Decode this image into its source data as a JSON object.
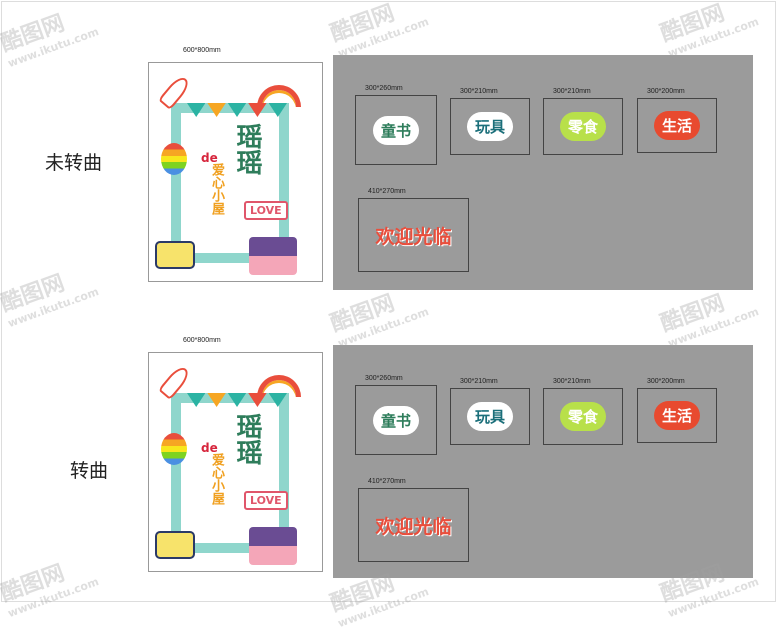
{
  "watermark": {
    "brand": "酷图网",
    "url": "www.ikutu.com"
  },
  "sections": [
    {
      "label": "未转曲",
      "poster": {
        "size": "600*800mm",
        "title": "瑶瑶",
        "de": "de",
        "subtitle": "爱心小屋",
        "love": "LOVE"
      },
      "signs": [
        {
          "size": "300*260mm",
          "text": "童书"
        },
        {
          "size": "300*210mm",
          "text": "玩具"
        },
        {
          "size": "300*210mm",
          "text": "零食"
        },
        {
          "size": "300*200mm",
          "text": "生活"
        },
        {
          "size": "410*270mm",
          "text": "欢迎光临"
        }
      ]
    },
    {
      "label": "转曲",
      "poster": {
        "size": "600*800mm",
        "title": "瑶瑶",
        "de": "de",
        "subtitle": "爱心小屋",
        "love": "LOVE"
      },
      "signs": [
        {
          "size": "300*260mm",
          "text": "童书"
        },
        {
          "size": "300*210mm",
          "text": "玩具"
        },
        {
          "size": "300*210mm",
          "text": "零食"
        },
        {
          "size": "300*200mm",
          "text": "生活"
        },
        {
          "size": "410*270mm",
          "text": "欢迎光临"
        }
      ]
    }
  ]
}
